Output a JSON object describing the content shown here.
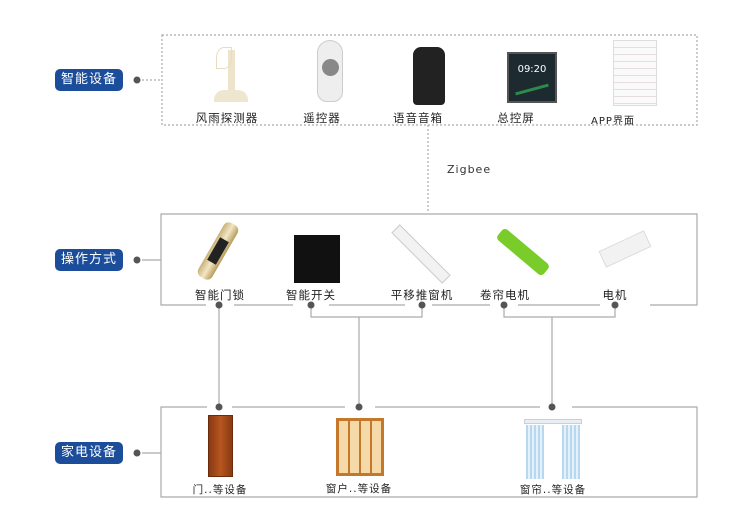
{
  "colors": {
    "pill": "#1b4d9b",
    "line": "#aaaaaa",
    "dot": "#555555"
  },
  "sections": [
    {
      "label": "智能设备",
      "items": [
        "风雨探测器",
        "遥控器",
        "语音音箱",
        "总控屏",
        "APP界面"
      ]
    },
    {
      "label": "操作方式",
      "items": [
        "智能门锁",
        "智能开关",
        "平移推窗机",
        "卷帘电机",
        "电机"
      ]
    },
    {
      "label": "家电设备",
      "items": [
        "门..等设备",
        "窗户..等设备",
        "窗帘..等设备"
      ]
    }
  ],
  "protocol": "Zigbee",
  "screen_time": "09:20"
}
